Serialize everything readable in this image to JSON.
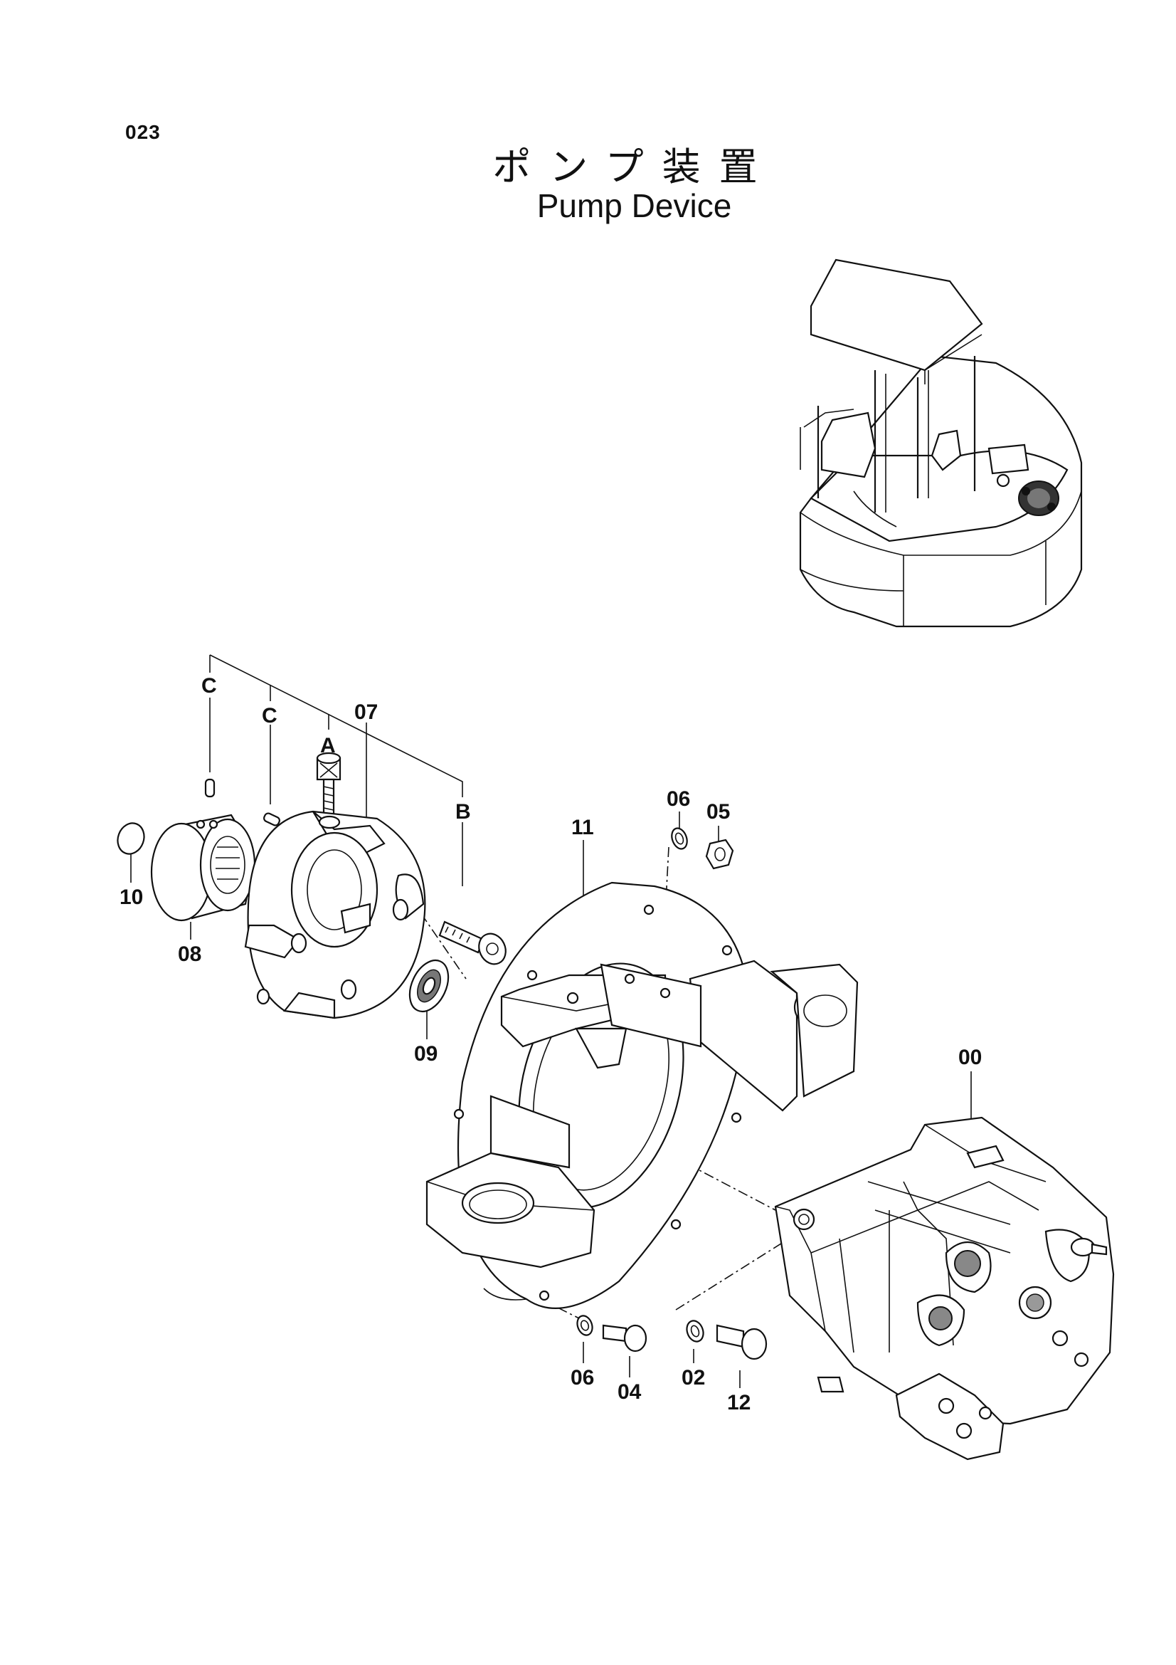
{
  "page": {
    "number": "023",
    "title_jp": "ポンプ装置",
    "title_en": "Pump Device"
  },
  "callouts": {
    "c_outer": "C",
    "c_inner": "C",
    "a": "A",
    "b": "B",
    "p07": "07",
    "p11": "11",
    "p06_top": "06",
    "p05": "05",
    "p10": "10",
    "p08": "08",
    "p09": "09",
    "p00": "00",
    "p06_bottom": "06",
    "p04": "04",
    "p02": "02",
    "p12": "12"
  }
}
